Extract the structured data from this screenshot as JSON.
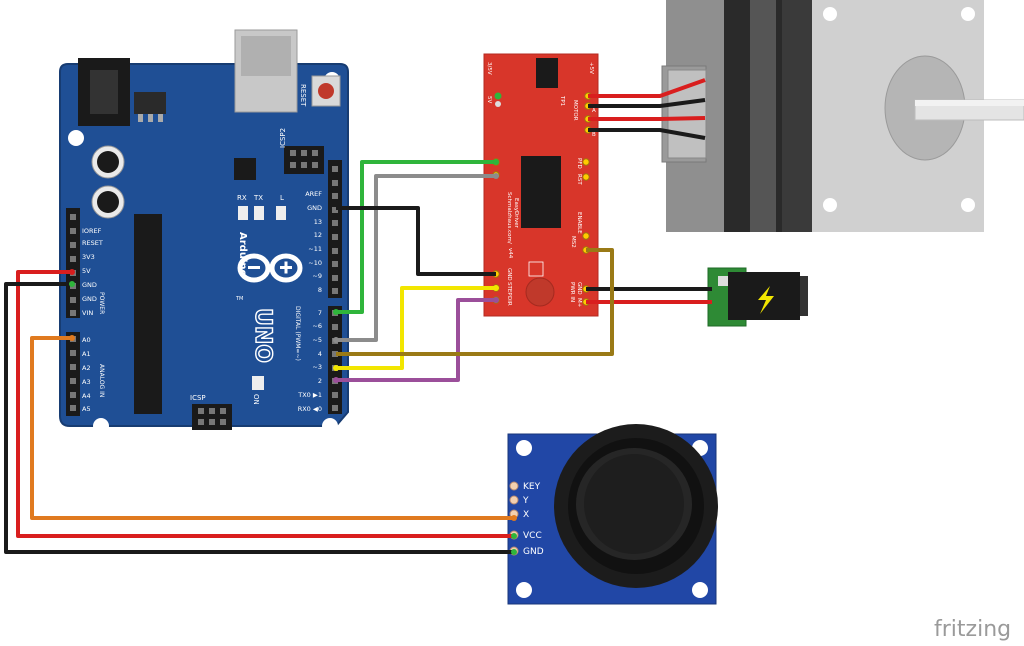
{
  "watermark": "fritzing",
  "colors": {
    "arduino_blue": "#1f4f95",
    "driver_red": "#d8362a",
    "joystick_blue": "#2147a6",
    "wire_green": "#2fb53b",
    "wire_gray": "#8c8c8c",
    "wire_black": "#1a1a1a",
    "wire_yellow": "#f2e600",
    "wire_purple": "#9b4f9a",
    "wire_brown": "#9a7a16",
    "wire_orange": "#e07a1f",
    "wire_red": "#d91e1e"
  },
  "arduino": {
    "brand": "Arduino",
    "model": "UNO",
    "reset": "RESET",
    "icsp2": "ICSP2",
    "icsp": "ICSP",
    "on": "ON",
    "tx_led": "TX",
    "rx_led": "RX",
    "l_led": "L",
    "tm": "TM",
    "power_section": "POWER",
    "analog_section": "ANALOG IN",
    "digital_section": "DIGITAL (PWM=~)",
    "power_pins": [
      "IOREF",
      "RESET",
      "3V3",
      "5V",
      "GND",
      "GND",
      "VIN"
    ],
    "analog_pins": [
      "A0",
      "A1",
      "A2",
      "A3",
      "A4",
      "A5"
    ],
    "top_header_labels": [
      "AREF",
      "GND",
      "13",
      "12",
      "~11",
      "~10",
      "~9",
      "8"
    ],
    "bottom_header_labels": [
      "7",
      "~6",
      "~5",
      "4",
      "~3",
      "2",
      "TX",
      "RX"
    ],
    "tx0": "TX0 ▶1",
    "rx0": "RX0 ◀0"
  },
  "driver": {
    "name_line1": "Schmalzhaus.com/",
    "name_line2": "EasyDriver",
    "version": "v44",
    "tp1": "TP1",
    "motor": "MOTOR",
    "a_label": "A",
    "b_label": "B",
    "pins_right": [
      "PFD",
      "RST",
      "ENABLE",
      "MS2",
      "GND",
      "M+"
    ],
    "pins_left": [
      "GND",
      "STEP",
      "DIR"
    ],
    "pwr_in": "PWR IN",
    "top_labels": [
      "3/5V",
      "5V",
      "+5V"
    ]
  },
  "joystick": {
    "pins": [
      "KEY",
      "Y",
      "X",
      "VCC",
      "GND"
    ]
  }
}
